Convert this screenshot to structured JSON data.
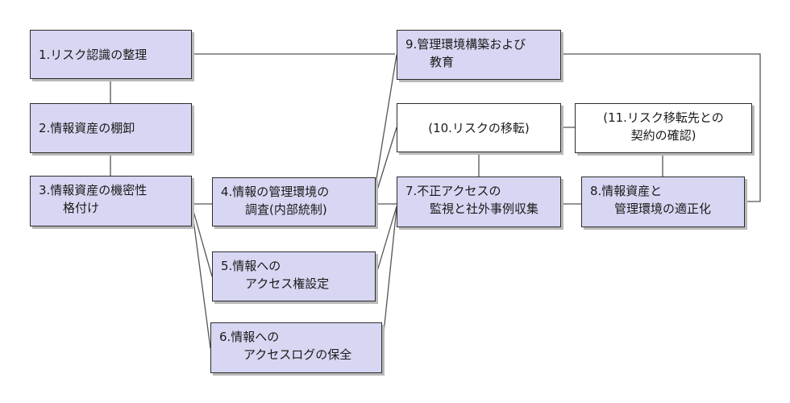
{
  "nodes": {
    "n1": {
      "line1": "1.リスク認識の整理",
      "line2": ""
    },
    "n2": {
      "line1": "2.情報資産の棚卸",
      "line2": ""
    },
    "n3": {
      "line1": "3.情報資産の機密性",
      "line2": "格付け"
    },
    "n4": {
      "line1": "4.情報の管理環境の",
      "line2": "調査(内部統制)"
    },
    "n5": {
      "line1": "5.情報への",
      "line2": "アクセス権設定"
    },
    "n6": {
      "line1": "6.情報への",
      "line2": "アクセスログの保全"
    },
    "n7": {
      "line1": "7.不正アクセスの",
      "line2": "監視と社外事例収集"
    },
    "n8": {
      "line1": "8.情報資産と",
      "line2": "管理環境の適正化"
    },
    "n9": {
      "line1": "9.管理環境構築および",
      "line2": "教育"
    },
    "n10": {
      "line1": "(10.リスクの移転)",
      "line2": ""
    },
    "n11": {
      "line1": "(11.リスク移転先との",
      "line2": "契約の確認)"
    }
  },
  "colors": {
    "box_fill": "#d7d7f3",
    "box_plain": "#ffffff",
    "border": "#2b2b2b",
    "connector": "#555555"
  }
}
